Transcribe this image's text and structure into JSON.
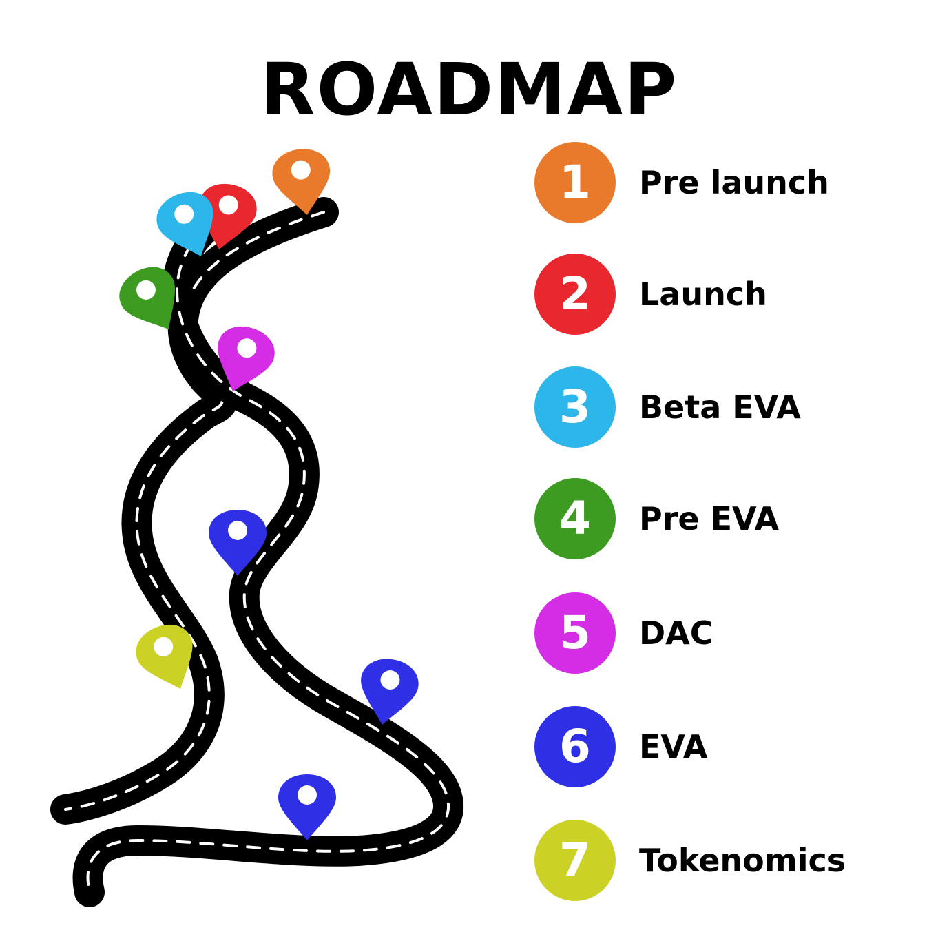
{
  "title": "ROADMAP",
  "colors": {
    "road": "#000000",
    "lane": "#ffffff",
    "orange": "#E97A2C",
    "red": "#E8282E",
    "cyan": "#2DB6EA",
    "green": "#3E9B22",
    "magenta": "#D52CE6",
    "blue": "#2F2FE6",
    "lime": "#CCD126"
  },
  "legend": [
    {
      "number": "1",
      "label": "Pre launch",
      "color": "#E97A2C"
    },
    {
      "number": "2",
      "label": "Launch",
      "color": "#E8282E"
    },
    {
      "number": "3",
      "label": "Beta EVA",
      "color": "#2DB6EA"
    },
    {
      "number": "4",
      "label": "Pre EVA",
      "color": "#3E9B22"
    },
    {
      "number": "5",
      "label": "DAC",
      "color": "#D52CE6"
    },
    {
      "number": "6",
      "label": "EVA",
      "color": "#2F2FE6"
    },
    {
      "number": "7",
      "label": "Tokenomics",
      "color": "#CCD126"
    }
  ],
  "markers": [
    {
      "icon": "map-pin-icon",
      "stage": "1",
      "color": "#E97A2C"
    },
    {
      "icon": "map-pin-icon",
      "stage": "2",
      "color": "#E8282E"
    },
    {
      "icon": "map-pin-icon",
      "stage": "3",
      "color": "#2DB6EA"
    },
    {
      "icon": "map-pin-icon",
      "stage": "4",
      "color": "#3E9B22"
    },
    {
      "icon": "map-pin-icon",
      "stage": "5",
      "color": "#D52CE6"
    },
    {
      "icon": "map-pin-icon",
      "stage": "6",
      "color": "#2F2FE6"
    },
    {
      "icon": "map-pin-icon",
      "stage": "6",
      "color": "#2F2FE6"
    },
    {
      "icon": "map-pin-icon",
      "stage": "6",
      "color": "#2F2FE6"
    },
    {
      "icon": "map-pin-icon",
      "stage": "7",
      "color": "#CCD126"
    }
  ]
}
